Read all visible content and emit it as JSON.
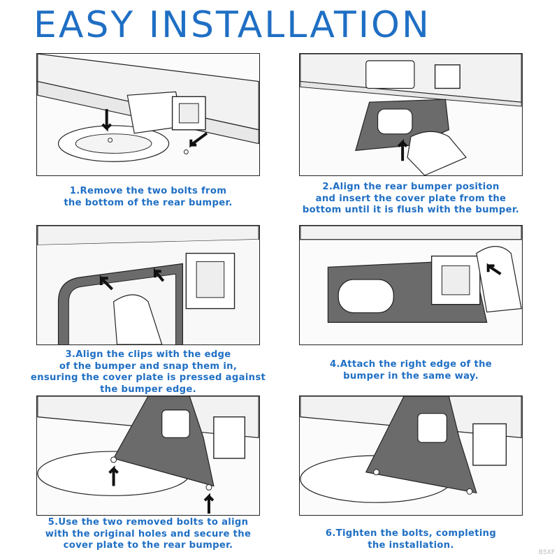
{
  "title": "EASY INSTALLATION",
  "steps": [
    {
      "caption": "1.Remove the two bolts from\nthe bottom of the rear bumper."
    },
    {
      "caption": "2.Align the rear bumper position\nand insert the cover plate from the\nbottom until it is flush with the bumper."
    },
    {
      "caption": "3.Align the clips with the edge\nof the bumper and snap them in,\nensuring the cover plate is pressed against\nthe bumper edge."
    },
    {
      "caption": "4.Attach the right edge of the\nbumper in the same way."
    },
    {
      "caption": "5.Use the two removed bolts to align\nwith the original holes and secure the\ncover plate to the rear bumper."
    },
    {
      "caption": "6.Tighten the bolts, completing\nthe installation."
    }
  ],
  "watermark": "B5XF",
  "colors": {
    "accent": "#1f6fc4",
    "plate": "#6b6b6b",
    "line": "#222222"
  }
}
